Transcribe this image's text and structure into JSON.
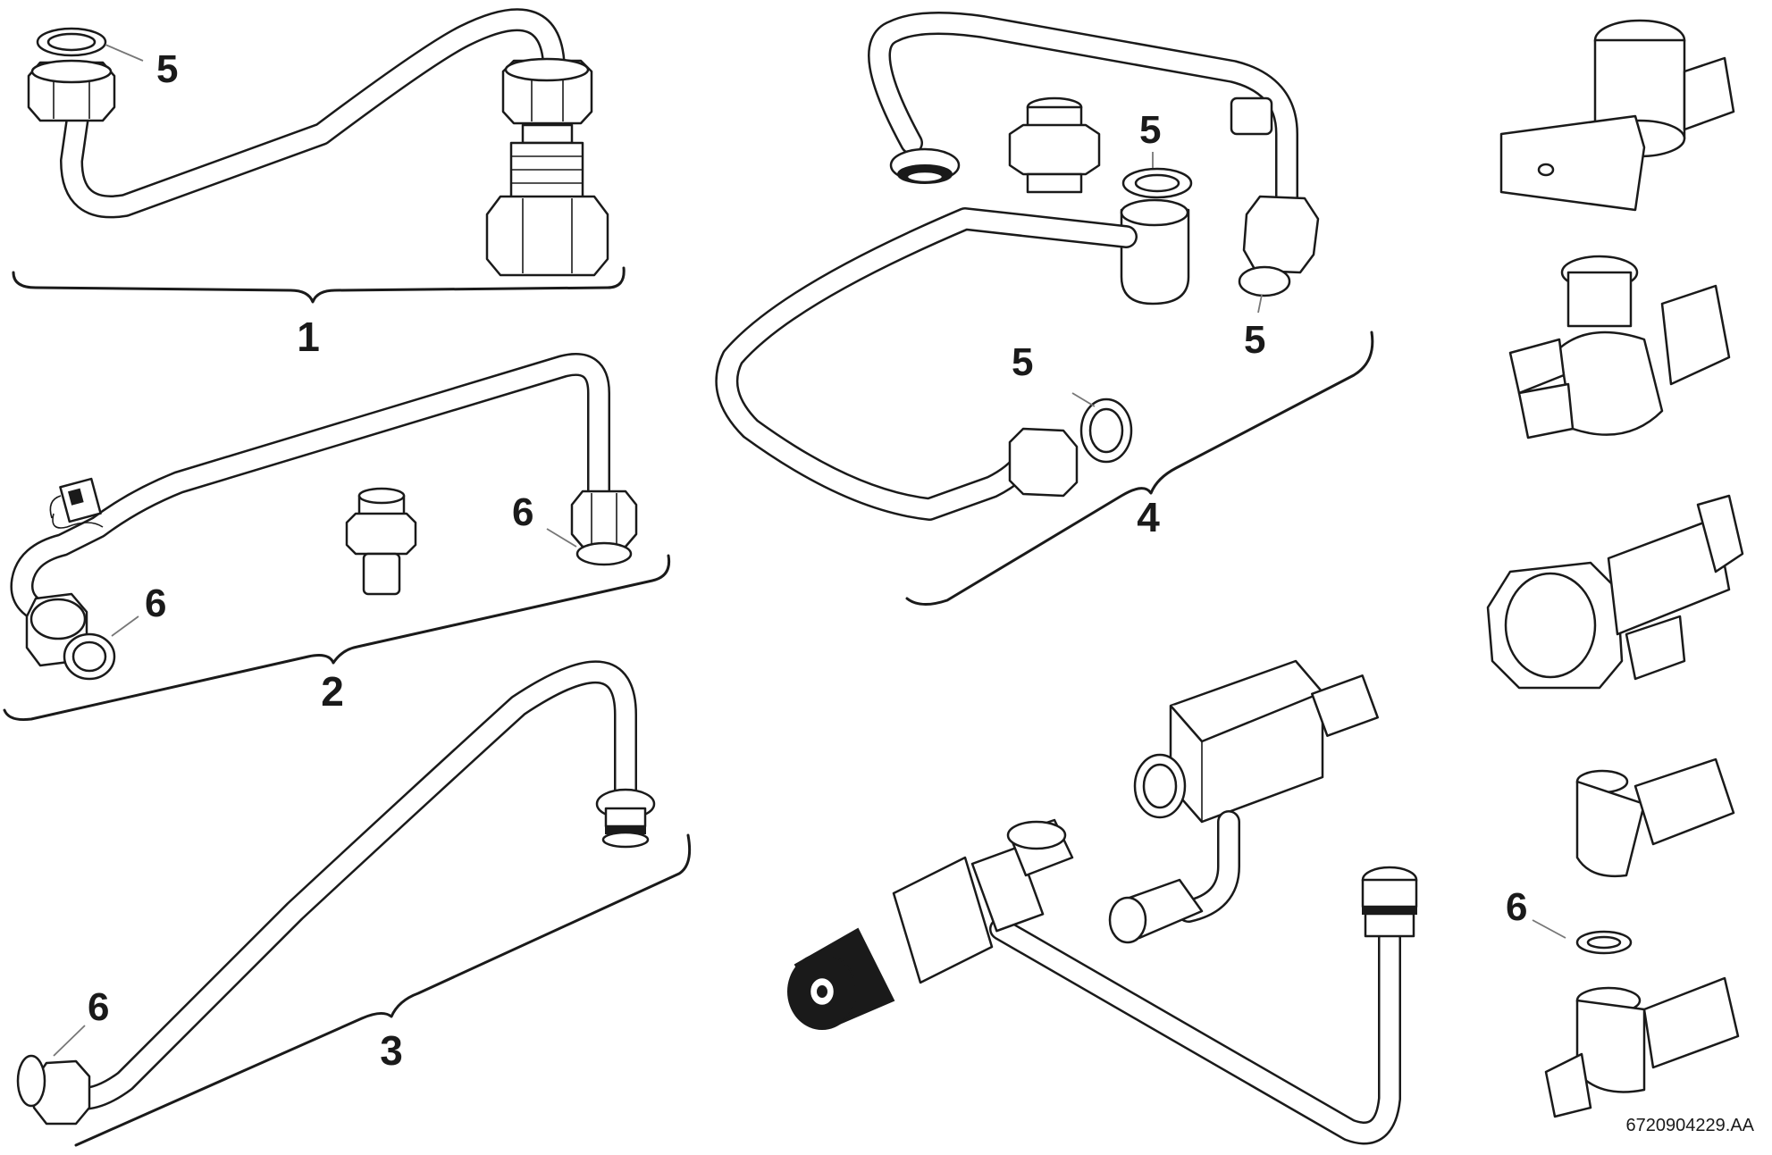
{
  "groups": [
    {
      "label": "1"
    },
    {
      "label": "2"
    },
    {
      "label": "3"
    },
    {
      "label": "4"
    }
  ],
  "callouts": {
    "seal_5": "5",
    "washer_6": "6"
  },
  "parts": [
    "pipe-assembly-1",
    "pipe-assembly-2",
    "pipe-assembly-3",
    "pipe-assembly-4",
    "temperature-valve-pipe",
    "shutoff-valve-a",
    "shutoff-valve-b",
    "shutoff-valve-c",
    "angle-connector-d",
    "angle-connector-e"
  ],
  "document_ref": "6720904229.AA",
  "colors": {
    "line": "#1a1a1a",
    "fill": "#ffffff",
    "shade": "#dcdcdc"
  }
}
